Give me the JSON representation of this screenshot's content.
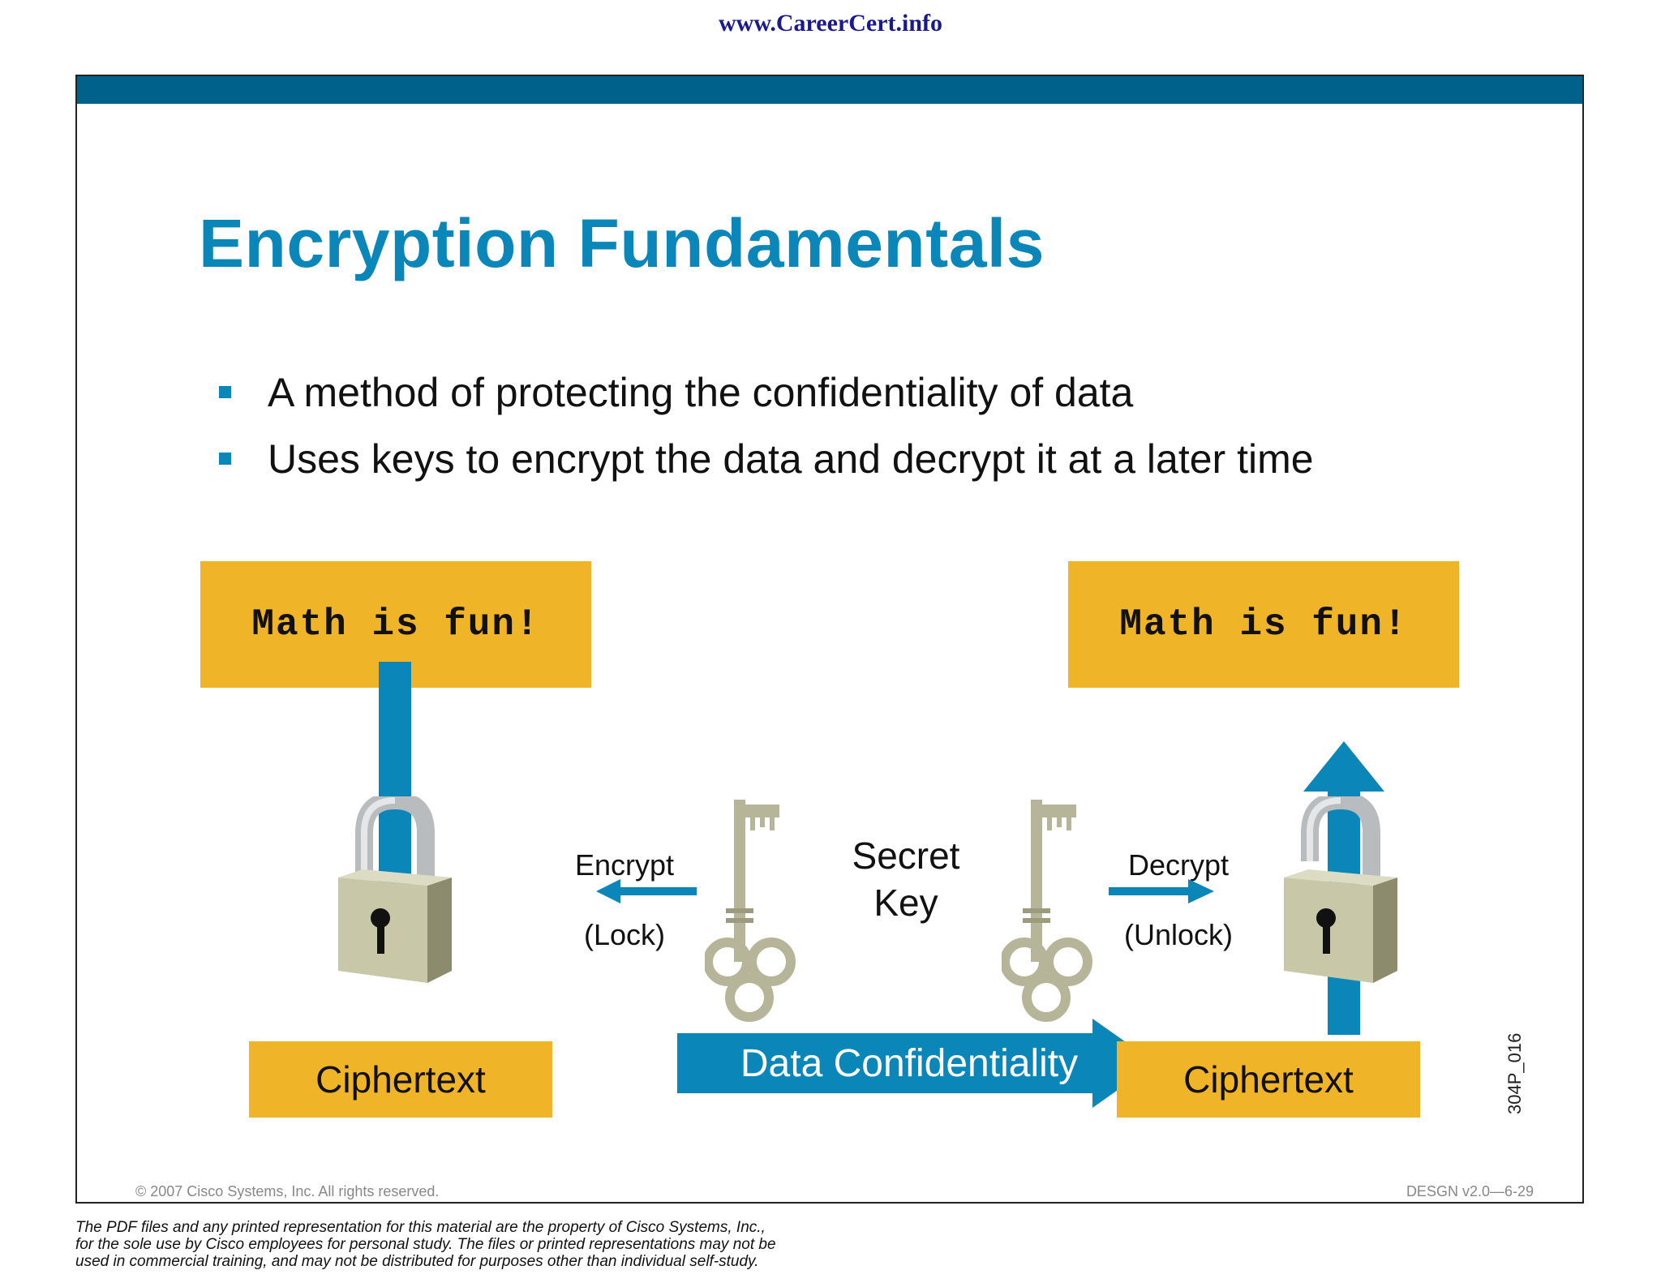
{
  "header": {
    "site_url": "www.CareerCert.info"
  },
  "slide": {
    "title": "Encryption Fundamentals",
    "bullets": [
      "A method of protecting the confidentiality of data",
      "Uses keys to encrypt the data and decrypt it at a later time"
    ],
    "diagram": {
      "plaintext_left": "Math is fun!",
      "plaintext_right": "Math is fun!",
      "ciphertext_left": "Ciphertext",
      "ciphertext_right": "Ciphertext",
      "encrypt_label": "Encrypt",
      "lock_label": "(Lock)",
      "decrypt_label": "Decrypt",
      "unlock_label": "(Unlock)",
      "secret_key_line1": "Secret",
      "secret_key_line2": "Key",
      "data_confidentiality": "Data Confidentiality",
      "figure_id": "304P_016"
    },
    "copyright": "© 2007 Cisco Systems, Inc. All rights reserved.",
    "slide_code": "DESGN v2.0—6-29",
    "colors": {
      "accent_blue": "#0a86b9",
      "header_bar": "#00618a",
      "box_yellow": "#f0b429"
    }
  },
  "footer": {
    "disclaimer_lines": [
      "The PDF files and any printed representation for this material are the property of Cisco Systems, Inc.,",
      "for the sole use by Cisco employees for personal study. The files or printed representations may not be",
      "used in commercial training, and may not be distributed for purposes other than individual self-study."
    ]
  }
}
